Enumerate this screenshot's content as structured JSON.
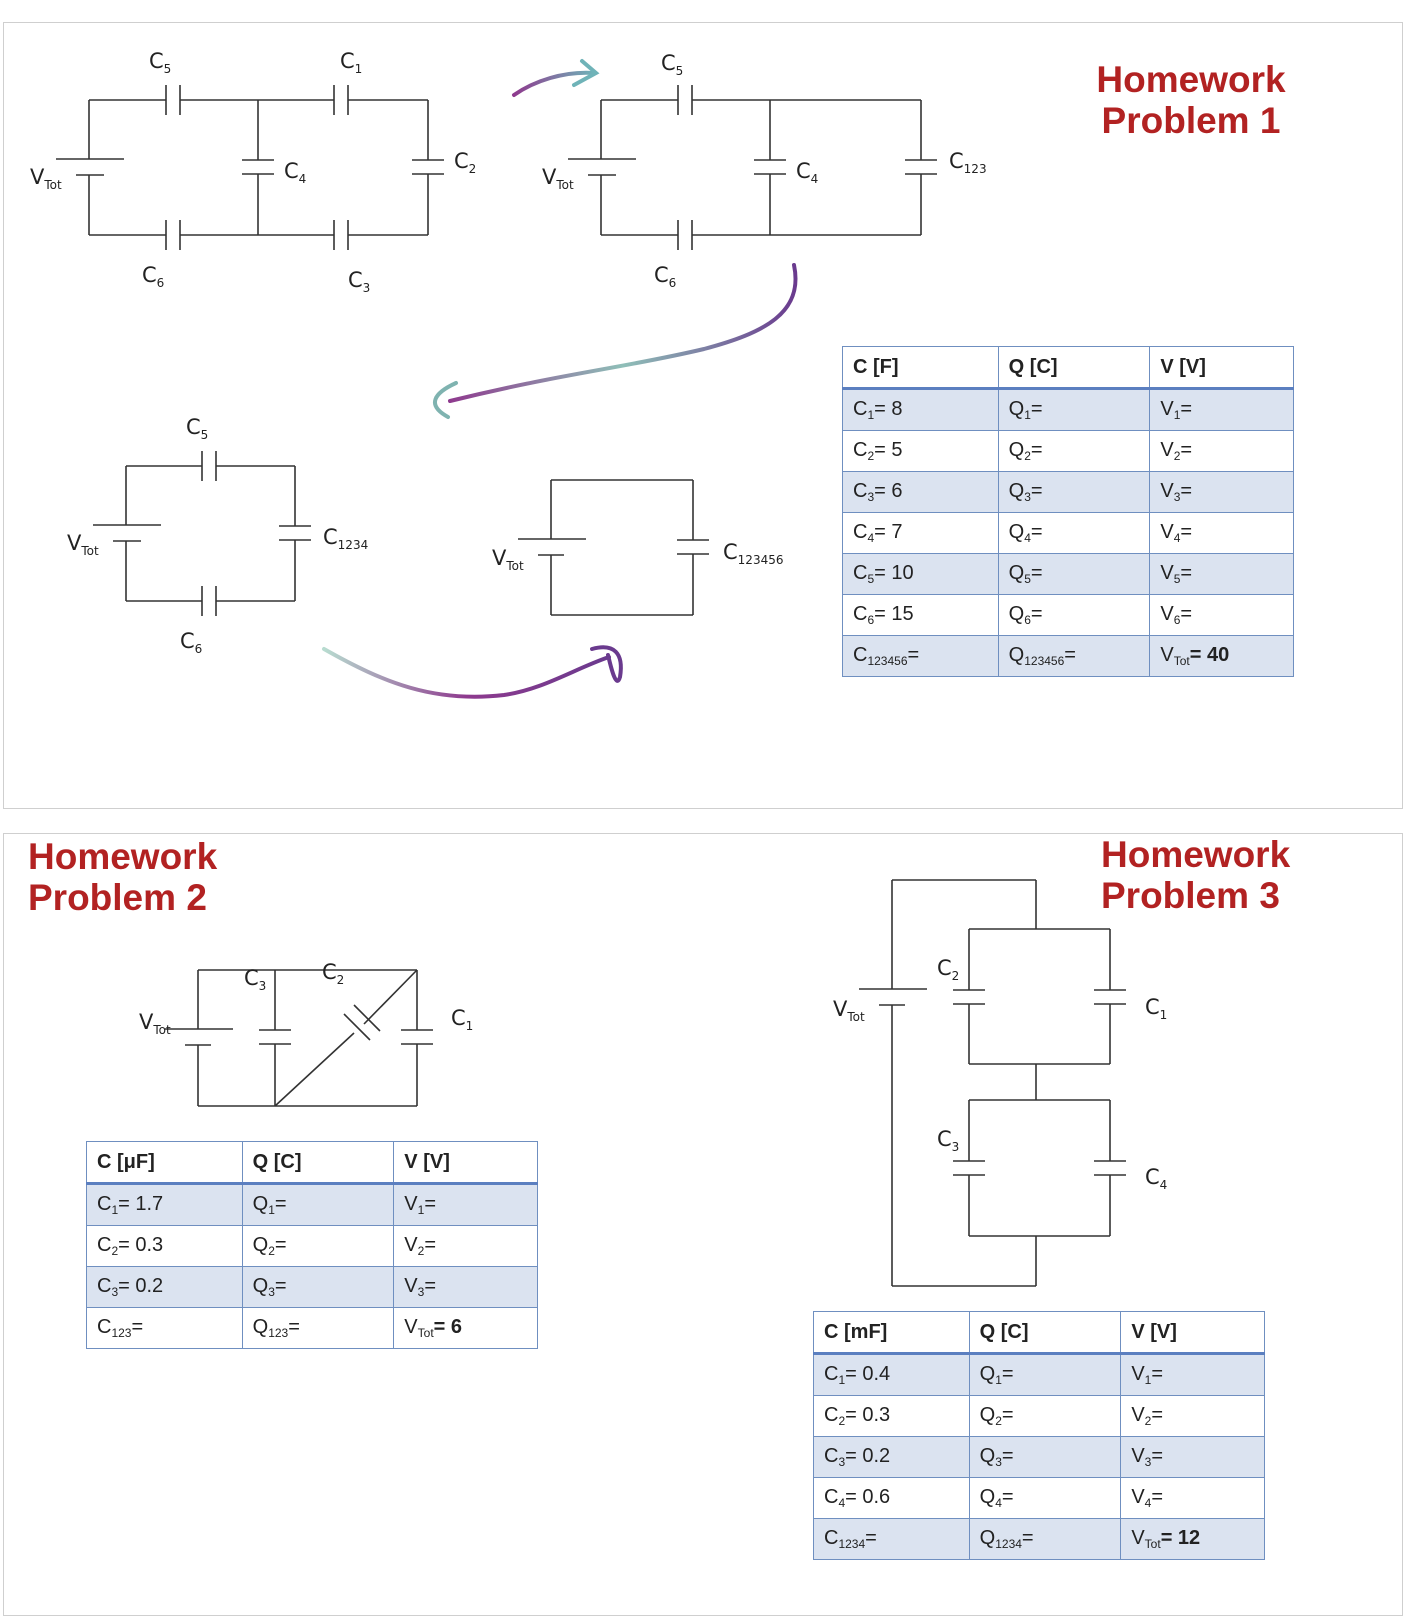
{
  "problem1": {
    "title_line1": "Homework",
    "title_line2": "Problem 1",
    "circuit_a": {
      "vtot": [
        "V",
        "Tot"
      ],
      "caps": [
        [
          "C",
          "5"
        ],
        [
          "C",
          "1"
        ],
        [
          "C",
          "4"
        ],
        [
          "C",
          "2"
        ],
        [
          "C",
          "6"
        ],
        [
          "C",
          "3"
        ]
      ]
    },
    "circuit_b": {
      "vtot": [
        "V",
        "Tot"
      ],
      "caps": [
        [
          "C",
          "5"
        ],
        [
          "C",
          "4"
        ],
        [
          "C",
          "123"
        ],
        [
          "C",
          "6"
        ]
      ]
    },
    "circuit_c": {
      "vtot": [
        "V",
        "Tot"
      ],
      "caps": [
        [
          "C",
          "5"
        ],
        [
          "C",
          "1234"
        ],
        [
          "C",
          "6"
        ]
      ]
    },
    "circuit_d": {
      "vtot": [
        "V",
        "Tot"
      ],
      "caps": [
        [
          "C",
          "123456"
        ]
      ]
    },
    "table": {
      "headers": [
        "C [F]",
        "Q [C]",
        "V [V]"
      ],
      "rows": [
        [
          [
            "C",
            "1",
            "= 8"
          ],
          [
            "Q",
            "1",
            "="
          ],
          [
            "V",
            "1",
            "="
          ]
        ],
        [
          [
            "C",
            "2",
            "= 5"
          ],
          [
            "Q",
            "2",
            "="
          ],
          [
            "V",
            "2",
            "="
          ]
        ],
        [
          [
            "C",
            "3",
            "= 6"
          ],
          [
            "Q",
            "3",
            "="
          ],
          [
            "V",
            "3",
            "="
          ]
        ],
        [
          [
            "C",
            "4",
            "= 7"
          ],
          [
            "Q",
            "4",
            "="
          ],
          [
            "V",
            "4",
            "="
          ]
        ],
        [
          [
            "C",
            "5",
            "= 10"
          ],
          [
            "Q",
            "5",
            "="
          ],
          [
            "V",
            "5",
            "="
          ]
        ],
        [
          [
            "C",
            "6",
            "= 15"
          ],
          [
            "Q",
            "6",
            "="
          ],
          [
            "V",
            "6",
            "="
          ]
        ],
        [
          [
            "C",
            "123456",
            "="
          ],
          [
            "Q",
            "123456",
            "="
          ],
          [
            "V",
            "Tot",
            "= 40"
          ]
        ]
      ]
    }
  },
  "problem2": {
    "title_line1": "Homework",
    "title_line2": "Problem 2",
    "circuit": {
      "vtot": [
        "V",
        "Tot"
      ],
      "caps": [
        [
          "C",
          "3"
        ],
        [
          "C",
          "2"
        ],
        [
          "C",
          "1"
        ]
      ]
    },
    "table": {
      "headers": [
        "C [μF]",
        "Q [C]",
        "V [V]"
      ],
      "rows": [
        [
          [
            "C",
            "1",
            "= 1.7"
          ],
          [
            "Q",
            "1",
            "="
          ],
          [
            "V",
            "1",
            "="
          ]
        ],
        [
          [
            "C",
            "2",
            "= 0.3"
          ],
          [
            "Q",
            "2",
            "="
          ],
          [
            "V",
            "2",
            "="
          ]
        ],
        [
          [
            "C",
            "3",
            "= 0.2"
          ],
          [
            "Q",
            "3",
            "="
          ],
          [
            "V",
            "3",
            "="
          ]
        ],
        [
          [
            "C",
            "123",
            "="
          ],
          [
            "Q",
            "123",
            "="
          ],
          [
            "V",
            "Tot",
            "= 6"
          ]
        ]
      ]
    }
  },
  "problem3": {
    "title_line1": "Homework",
    "title_line2": "Problem 3",
    "circuit": {
      "vtot": [
        "V",
        "Tot"
      ],
      "caps": [
        [
          "C",
          "2"
        ],
        [
          "C",
          "1"
        ],
        [
          "C",
          "3"
        ],
        [
          "C",
          "4"
        ]
      ]
    },
    "table": {
      "headers": [
        "C [mF]",
        "Q [C]",
        "V [V]"
      ],
      "rows": [
        [
          [
            "C",
            "1",
            "= 0.4"
          ],
          [
            "Q",
            "1",
            "="
          ],
          [
            "V",
            "1",
            "="
          ]
        ],
        [
          [
            "C",
            "2",
            "= 0.3"
          ],
          [
            "Q",
            "2",
            "="
          ],
          [
            "V",
            "2",
            "="
          ]
        ],
        [
          [
            "C",
            "3",
            "= 0.2"
          ],
          [
            "Q",
            "3",
            "="
          ],
          [
            "V",
            "3",
            "="
          ]
        ],
        [
          [
            "C",
            "4",
            "= 0.6"
          ],
          [
            "Q",
            "4",
            "="
          ],
          [
            "V",
            "4",
            "="
          ]
        ],
        [
          [
            "C",
            "1234",
            "="
          ],
          [
            "Q",
            "1234",
            "="
          ],
          [
            "V",
            "Tot",
            "= 12"
          ]
        ]
      ]
    }
  },
  "colors": {
    "title": "#b22222",
    "table_border": "#6f8fc0",
    "row_shade": "#dbe3f0",
    "arrow_purple": "#8e3a8e",
    "arrow_teal": "#6fb3b8"
  }
}
